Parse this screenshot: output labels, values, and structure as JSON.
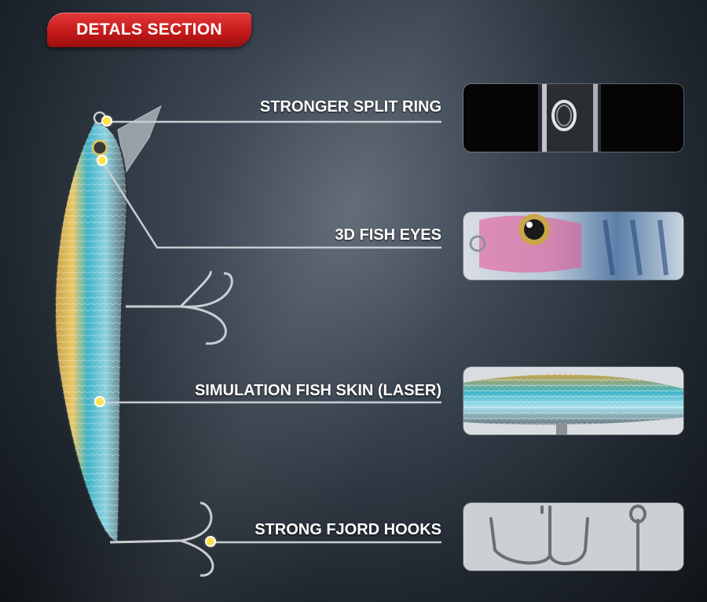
{
  "header": {
    "title": "DETALS SECTION"
  },
  "features": [
    {
      "label": "STRONGER SPLIT RING",
      "icon": "split-ring-photo"
    },
    {
      "label": "3D FISH EYES",
      "icon": "fish-eye-photo"
    },
    {
      "label": "SIMULATION FISH SKIN (LASER)",
      "icon": "fish-skin-photo"
    },
    {
      "label": "STRONG FJORD HOOKS",
      "icon": "hooks-photo"
    }
  ],
  "colors": {
    "accent": "#c61a1a",
    "marker": "#ffe14a",
    "line": "#c8ccd0"
  }
}
